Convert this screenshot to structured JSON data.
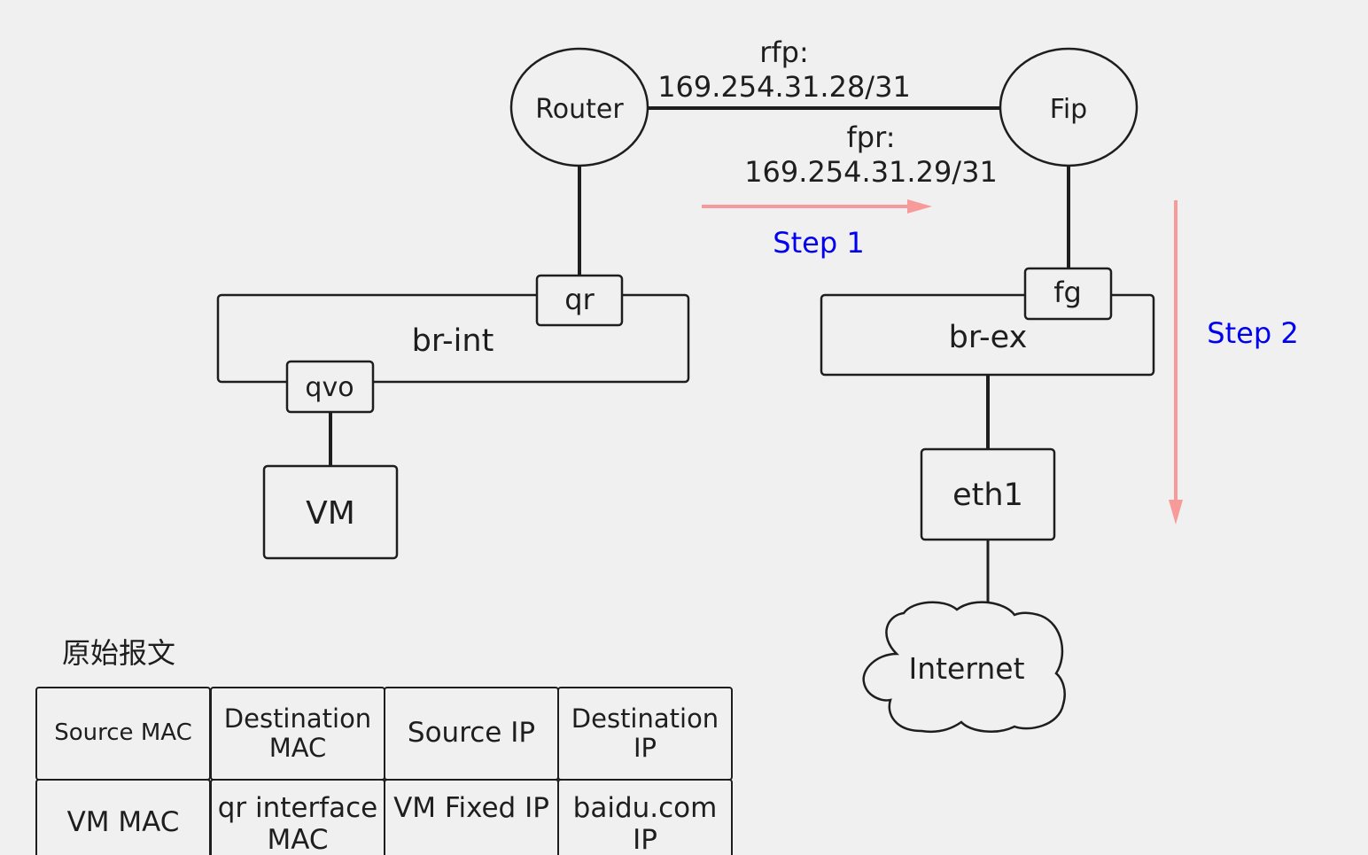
{
  "diagram": {
    "nodes": {
      "router": "Router",
      "fip": "Fip",
      "qr": "qr",
      "br_int": "br-int",
      "qvo": "qvo",
      "vm": "VM",
      "fg": "fg",
      "br_ex": "br-ex",
      "eth1": "eth1",
      "internet": "Internet"
    },
    "link_labels": {
      "rfp_name": "rfp:",
      "rfp_ip": "169.254.31.28/31",
      "fpr_name": "fpr:",
      "fpr_ip": "169.254.31.29/31"
    },
    "steps": {
      "step1": "Step 1",
      "step2": "Step 2"
    },
    "colors": {
      "stroke": "#1e1e1e",
      "arrow": "#f79a9a",
      "step_text": "#0000ee",
      "background": "#f0f0f0"
    }
  },
  "packet_table": {
    "title": "原始报文",
    "headers": [
      "Source MAC",
      "Destination MAC",
      "Source IP",
      "Destination IP"
    ],
    "rows": [
      [
        "VM MAC",
        "qr interface MAC",
        "VM Fixed IP",
        "baidu.com IP"
      ]
    ]
  }
}
